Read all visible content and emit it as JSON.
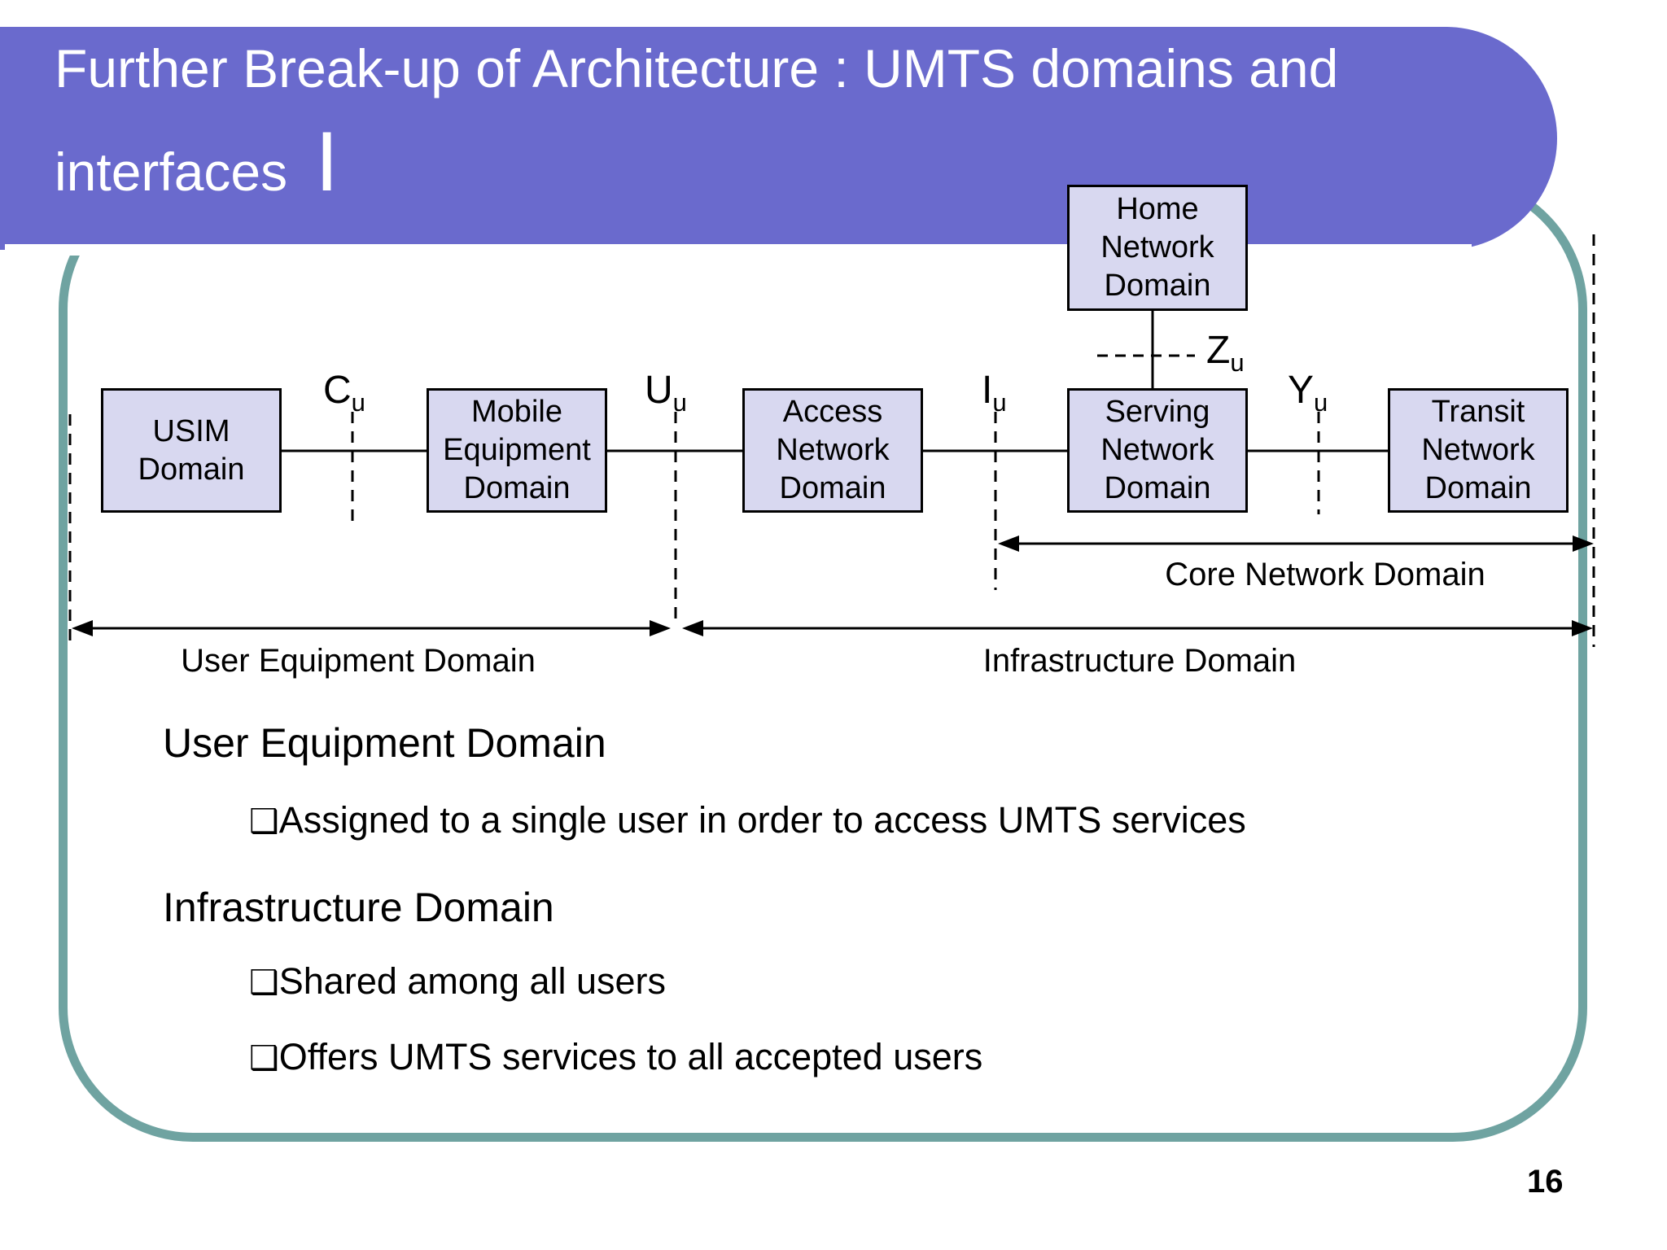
{
  "title": {
    "line1": "Further Break-up of Architecture : UMTS domains and",
    "line2_text": "interfaces",
    "line2_suffix": "I"
  },
  "diagram": {
    "boxes": {
      "usim": "USIM\nDomain",
      "mobile": "Mobile\nEquipment\nDomain",
      "access": "Access\nNetwork\nDomain",
      "serving": "Serving\nNetwork\nDomain",
      "transit": "Transit\nNetwork\nDomain",
      "home": "Home\nNetwork\nDomain"
    },
    "interfaces": {
      "cu": {
        "main": "C",
        "sub": "u"
      },
      "uu": {
        "main": "U",
        "sub": "u"
      },
      "iu": {
        "main": "I",
        "sub": "u"
      },
      "yu": {
        "main": "Y",
        "sub": "u"
      },
      "zu": {
        "main": "Z",
        "sub": "u"
      }
    },
    "spans": {
      "core": "Core Network Domain",
      "user_equipment": "User Equipment Domain",
      "infrastructure": "Infrastructure Domain"
    }
  },
  "body": {
    "bullet_glyph": "❑",
    "sections": [
      {
        "heading": "User Equipment Domain",
        "bullets": [
          "Assigned to a single user in order to access UMTS services"
        ]
      },
      {
        "heading": "Infrastructure Domain",
        "bullets": [
          "Shared among all users",
          "Offers UMTS services to all accepted users"
        ]
      }
    ]
  },
  "footer": {
    "page_number": "16"
  },
  "colors": {
    "banner": "#6A6ACD",
    "box_fill": "#D8D8F0",
    "box_border": "#000000",
    "frame": "#6FA3A1",
    "text": "#000000",
    "title": "#FFFFFF"
  }
}
